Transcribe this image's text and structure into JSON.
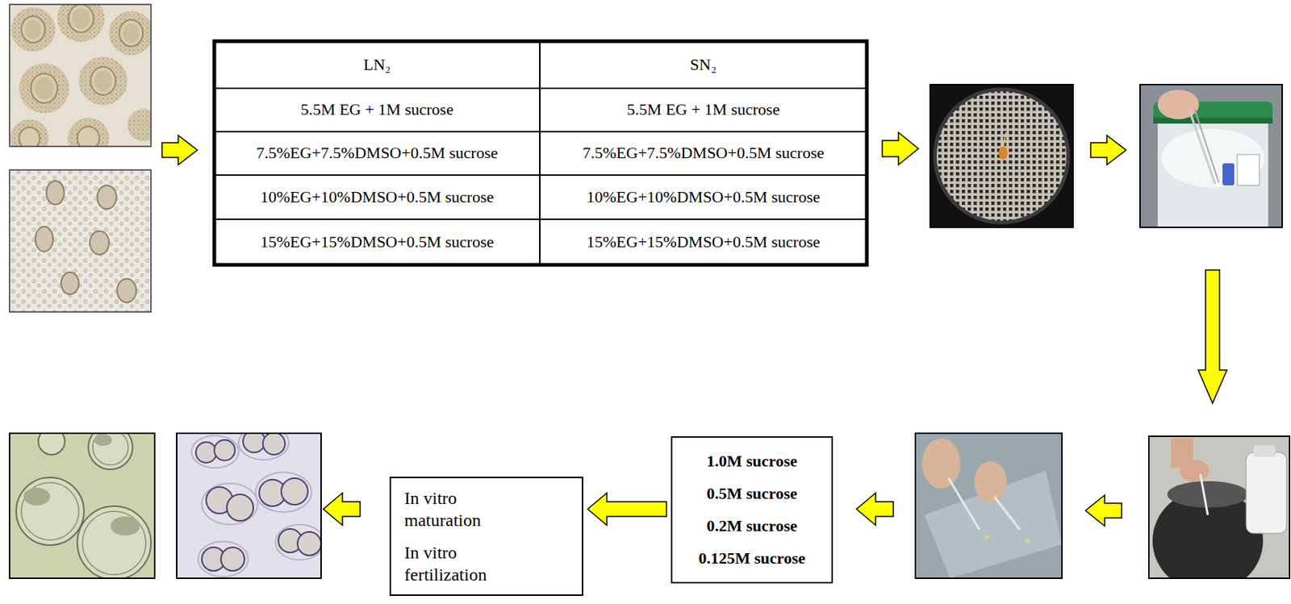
{
  "diagram": {
    "nodes": [
      {
        "text": [
          "In vitro maturation",
          "In vitro fertilization"
        ]
      },
      {
        "text": [
          "1.0M sucrose",
          "0.5M sucrose",
          "0.2M sucrose",
          "0.125M sucrose"
        ]
      }
    ],
    "edges": [
      {
        "from": 1,
        "to": 0,
        "arrow": "to"
      }
    ],
    "labels": [
      "LN₂",
      "SN₂",
      "5.5M EG + 1M sucrose",
      "5.5M EG + 1M sucrose",
      "7.5%EG+7.5%DMSO+0.5M sucrose",
      "7.5%EG+7.5%DMSO+0.5M sucrose",
      "10%EG+10%DMSO+0.5M sucrose",
      "10%EG+10%DMSO+0.5M sucrose",
      "15%EG+15%DMSO+0.5M sucrose",
      "15%EG+15%DMSO+0.5M sucrose"
    ]
  }
}
